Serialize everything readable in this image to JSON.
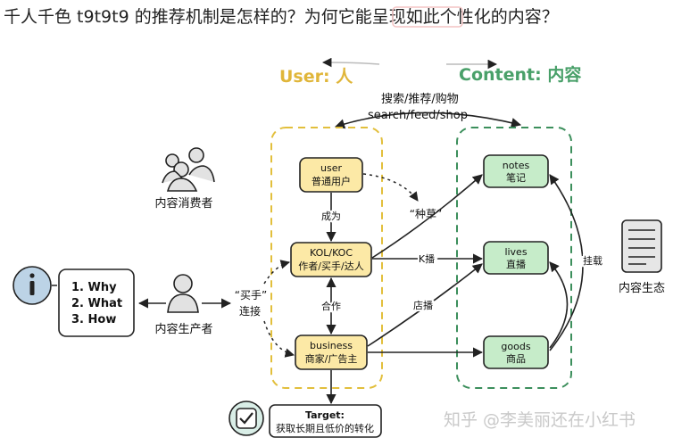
{
  "question": "千人千色 t9t9t9 的推荐机制是怎样的？为何它能呈现如此个性化的内容？",
  "headers": {
    "user": "User: 人",
    "content": "Content: 内容"
  },
  "top_label": {
    "line1": "搜索/推荐/购物",
    "line2": "search/feed/shop"
  },
  "user_side": {
    "consumer": "内容消费者",
    "producer": "内容生产者",
    "nodes": {
      "user": {
        "en": "user",
        "zh": "普通用户"
      },
      "kol": {
        "en": "KOL/KOC",
        "zh": "作者/买手/达人"
      },
      "business": {
        "en": "business",
        "zh": "商家/广告主"
      }
    },
    "edge_labels": {
      "become": "成为",
      "cooperate": "合作",
      "buyer_connect_1": "“买手”",
      "buyer_connect_2": "连接"
    },
    "why_list": [
      "1. Why",
      "2. What",
      "3. How"
    ],
    "target": {
      "line1": "Target:",
      "line2": "获取长期且低价的转化"
    }
  },
  "content_side": {
    "nodes": {
      "notes": {
        "en": "notes",
        "zh": "笔记"
      },
      "lives": {
        "en": "lives",
        "zh": "直播"
      },
      "goods": {
        "en": "goods",
        "zh": "商品"
      }
    },
    "ecosystem": "内容生态",
    "mount": "挂载"
  },
  "middle_labels": {
    "seed": "“种草”",
    "k_broadcast": "K播",
    "store_broadcast": "店播"
  },
  "watermark": "知乎 @李美丽还在小红书",
  "colors": {
    "yellow_node": "#fce9a6",
    "green_node": "#c6ecc9",
    "yellow_dash": "#e2bf3c",
    "green_dash": "#3c8f5c",
    "user_header": "#e0b63a",
    "content_header": "#49a069",
    "gray_person": "#e2e2e2",
    "info_blue": "#bcd3e6",
    "check_green": "#d9eee7"
  },
  "icons": [
    "user-group-icon",
    "person-icon",
    "info-icon",
    "document-icon",
    "check-icon"
  ]
}
